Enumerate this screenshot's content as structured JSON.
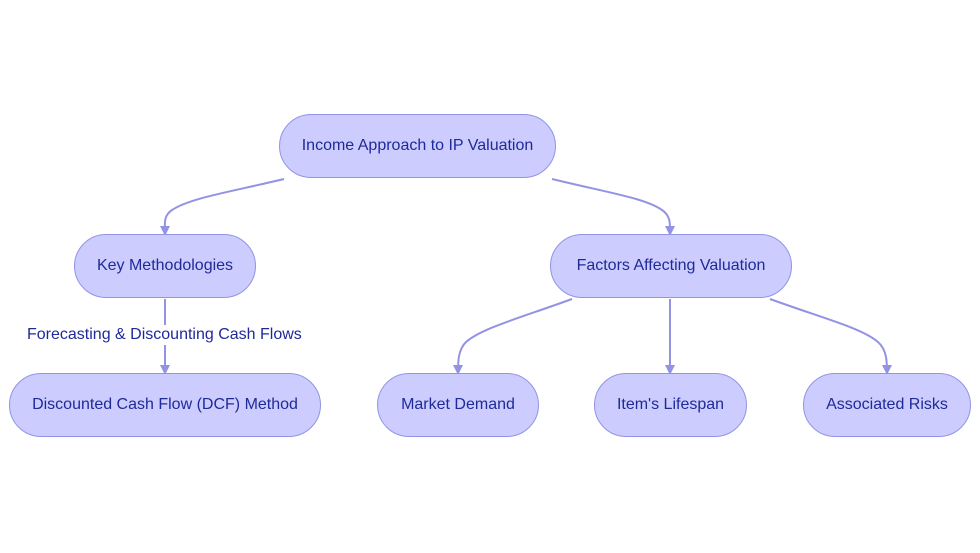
{
  "colors": {
    "node_fill": "#ccccff",
    "node_border": "#9393e6",
    "edge": "#9393e6",
    "text": "#1f2a99"
  },
  "nodes": {
    "root": {
      "label": "Income Approach to IP Valuation"
    },
    "methodologies": {
      "label": "Key Methodologies"
    },
    "factors": {
      "label": "Factors Affecting Valuation"
    },
    "dcf": {
      "label": "Discounted Cash Flow (DCF) Method"
    },
    "market_demand": {
      "label": "Market Demand"
    },
    "lifespan": {
      "label": "Item's Lifespan"
    },
    "risks": {
      "label": "Associated Risks"
    }
  },
  "edges": [
    {
      "from": "root",
      "to": "methodologies",
      "label": ""
    },
    {
      "from": "root",
      "to": "factors",
      "label": ""
    },
    {
      "from": "methodologies",
      "to": "dcf",
      "label": "Forecasting & Discounting Cash Flows"
    },
    {
      "from": "factors",
      "to": "market_demand",
      "label": ""
    },
    {
      "from": "factors",
      "to": "lifespan",
      "label": ""
    },
    {
      "from": "factors",
      "to": "risks",
      "label": ""
    }
  ]
}
